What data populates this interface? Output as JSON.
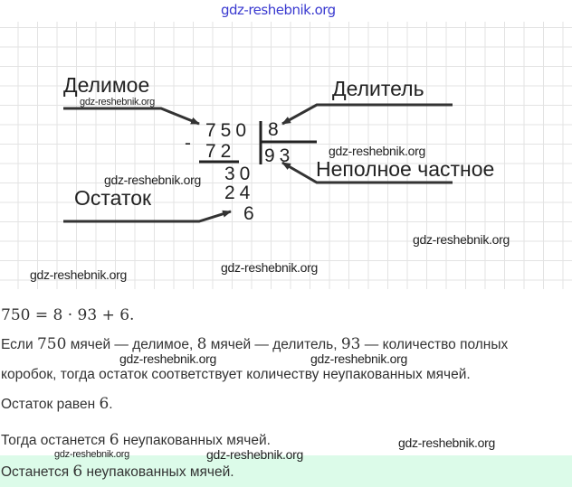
{
  "watermark": "gdz-reshebnik.org",
  "diagram": {
    "label_dividend": "Делимое",
    "label_divisor": "Делитель",
    "label_quotient": "Неполное частное",
    "label_remainder": "Остаток",
    "minus": "-",
    "dividend": "750",
    "divisor": "8",
    "subtrahend1": "72",
    "quotient": "93",
    "partial": "30",
    "subtrahend2": "24",
    "remainder": "6"
  },
  "solution": {
    "equation": "750 = 8 · 93 + 6.",
    "p1_a": "Если ",
    "p1_n1": "750",
    "p1_b": " мячей — делимое, ",
    "p1_n2": "8",
    "p1_c": " мячей — делитель, ",
    "p1_n3": "93",
    "p1_d": " — количество полных",
    "p1_line2": "коробок, тогда остаток соответствует количеству неупакованных мячей.",
    "p2_a": "Остаток равен ",
    "p2_n": "6",
    "p2_b": ".",
    "p3_a": "Тогда останется ",
    "p3_n": "6",
    "p3_b": " неупакованных мячей.",
    "answer_a": "Останется ",
    "answer_n": "6",
    "answer_b": " неупакованных мячей."
  }
}
